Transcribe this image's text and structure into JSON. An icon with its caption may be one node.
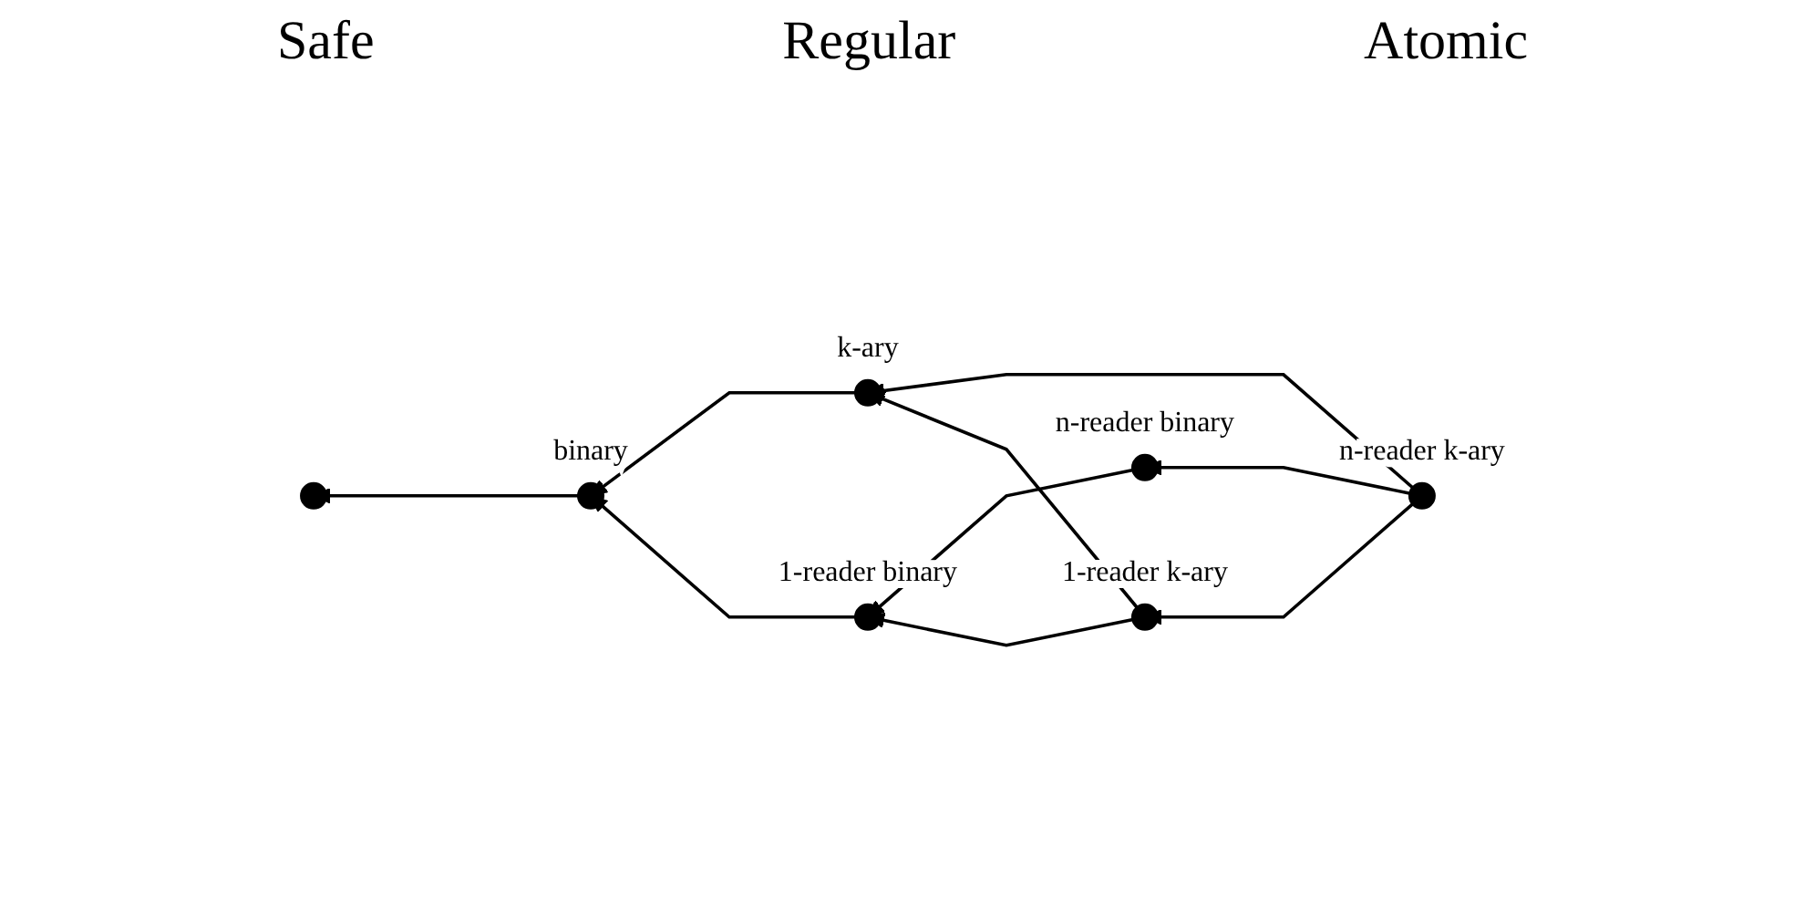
{
  "diagram": {
    "nodes": [
      {
        "text": [],
        "shape": "circle"
      },
      {
        "text": [],
        "shape": "circle",
        "beside": [
          "k-ary"
        ]
      },
      {
        "text": [],
        "shape": "circle",
        "beside": [
          "binary"
        ]
      },
      {
        "text": [],
        "shape": "circle",
        "beside": [
          "n-reader k-ary"
        ]
      },
      {
        "text": [],
        "shape": "circle",
        "beside": [
          "n-reader binary"
        ]
      },
      {
        "text": [],
        "shape": "circle",
        "beside": [
          "1-reader k-ary"
        ]
      },
      {
        "text": [],
        "shape": "circle",
        "beside": [
          "1-reader binary"
        ]
      }
    ],
    "edges": [
      {
        "from": 3,
        "to": 1,
        "arrow": "to"
      },
      {
        "from": 3,
        "to": 4,
        "arrow": "to"
      },
      {
        "from": 3,
        "to": 5,
        "arrow": "to"
      },
      {
        "from": 5,
        "to": 1,
        "arrow": "to"
      },
      {
        "from": 1,
        "to": 2,
        "arrow": "to"
      },
      {
        "from": 4,
        "to": 6,
        "arrow": "to"
      },
      {
        "from": 5,
        "to": 6,
        "arrow": "to"
      },
      {
        "from": 6,
        "to": 2,
        "arrow": "to"
      },
      {
        "from": 2,
        "to": 0,
        "arrow": "to"
      }
    ],
    "labels": [
      "Safe",
      "Regular",
      "Atomic"
    ]
  }
}
